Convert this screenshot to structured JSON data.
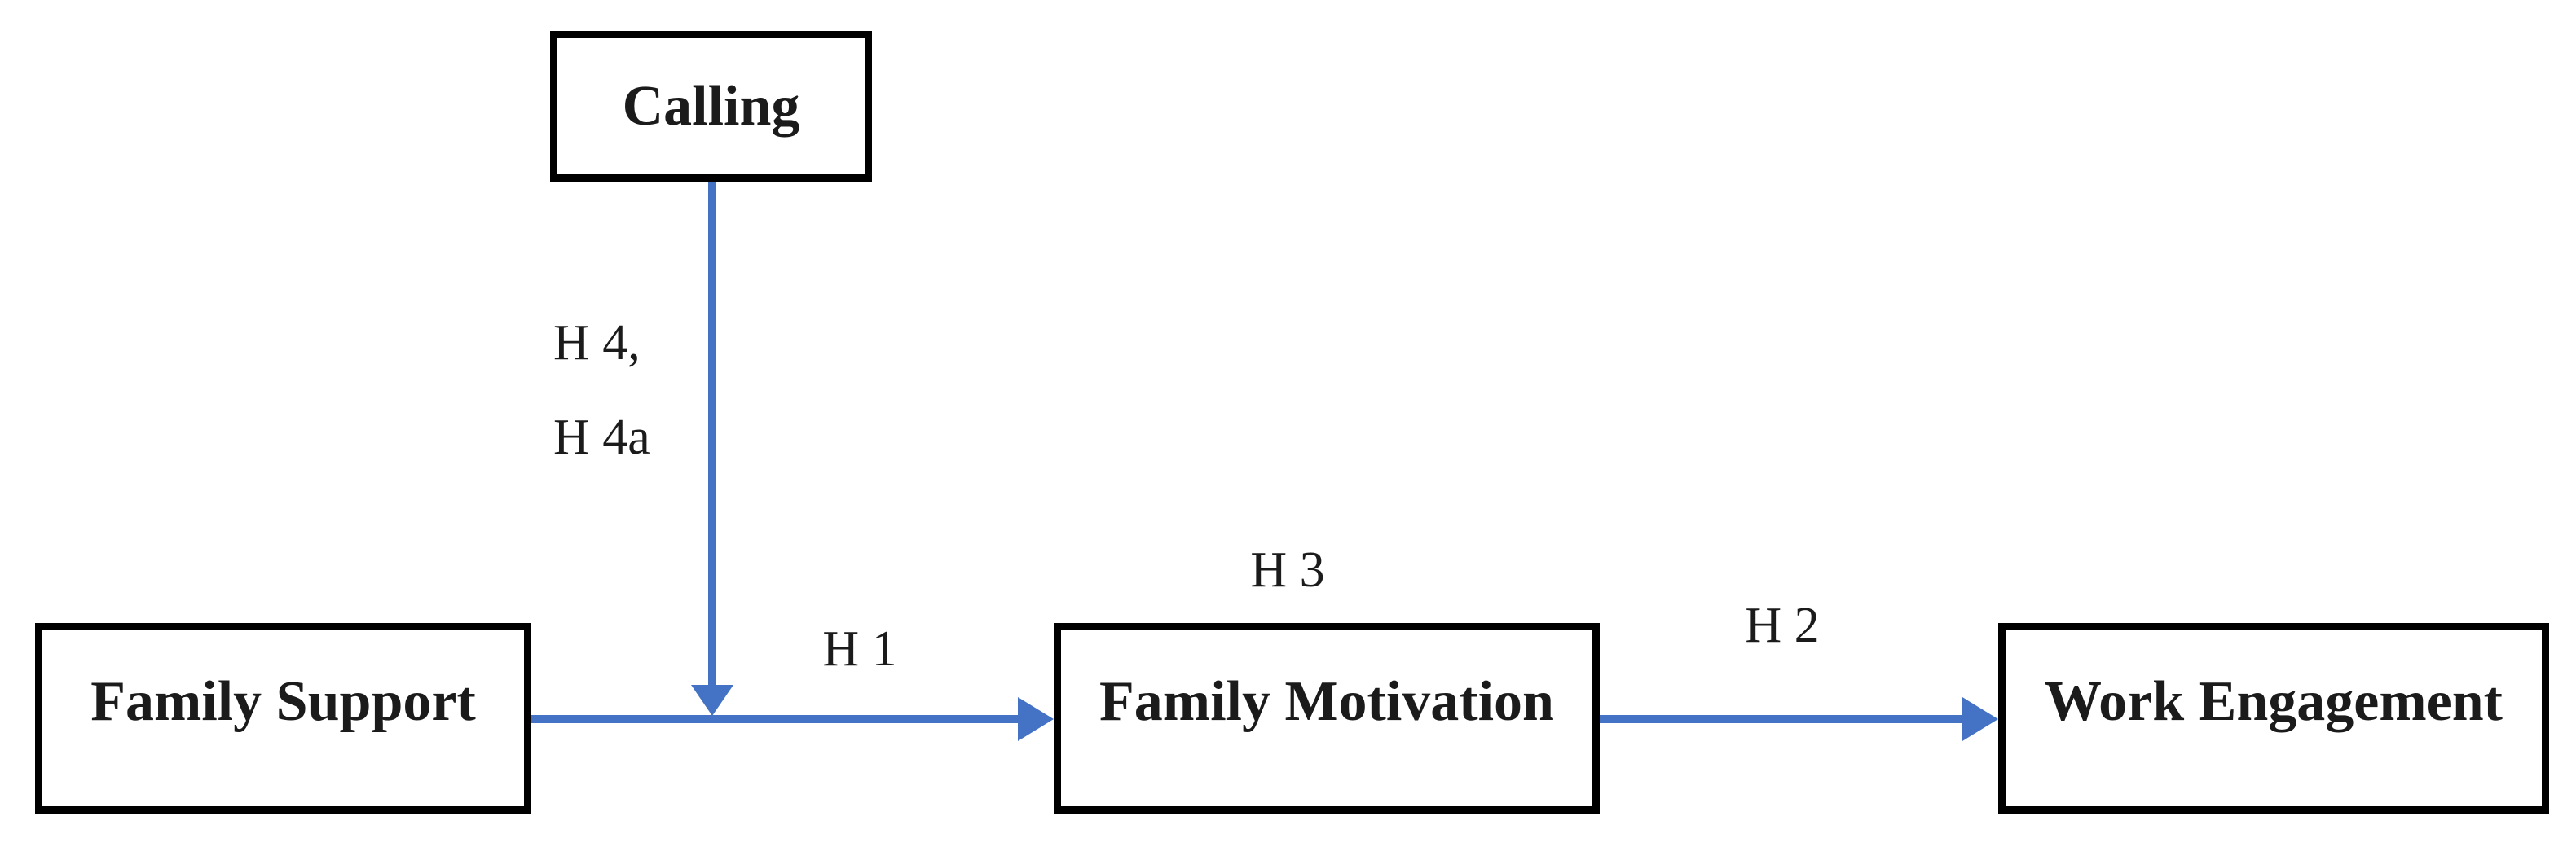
{
  "figure": {
    "type": "path-diagram",
    "background_color": "#ffffff",
    "box_border_color": "#000000",
    "text_color": "#1b1b1b",
    "arrow_color": "#4472C4"
  },
  "nodes": {
    "calling": {
      "label": "Calling"
    },
    "family_support": {
      "label": "Family Support"
    },
    "family_motivation": {
      "label": "Family Motivation"
    },
    "work_engagement": {
      "label": "Work Engagement"
    }
  },
  "edges": {
    "calling_moderation": {
      "from": "Calling",
      "to": "Family Support → Family Motivation",
      "labels": [
        "H 4,",
        "H 4a"
      ]
    },
    "support_to_motivation": {
      "from": "Family Support",
      "to": "Family Motivation",
      "label": "H 1"
    },
    "motivation_note": {
      "on": "Family Motivation",
      "label": "H 3"
    },
    "motivation_to_engagement": {
      "from": "Family Motivation",
      "to": "Work Engagement",
      "label": "H 2"
    }
  }
}
